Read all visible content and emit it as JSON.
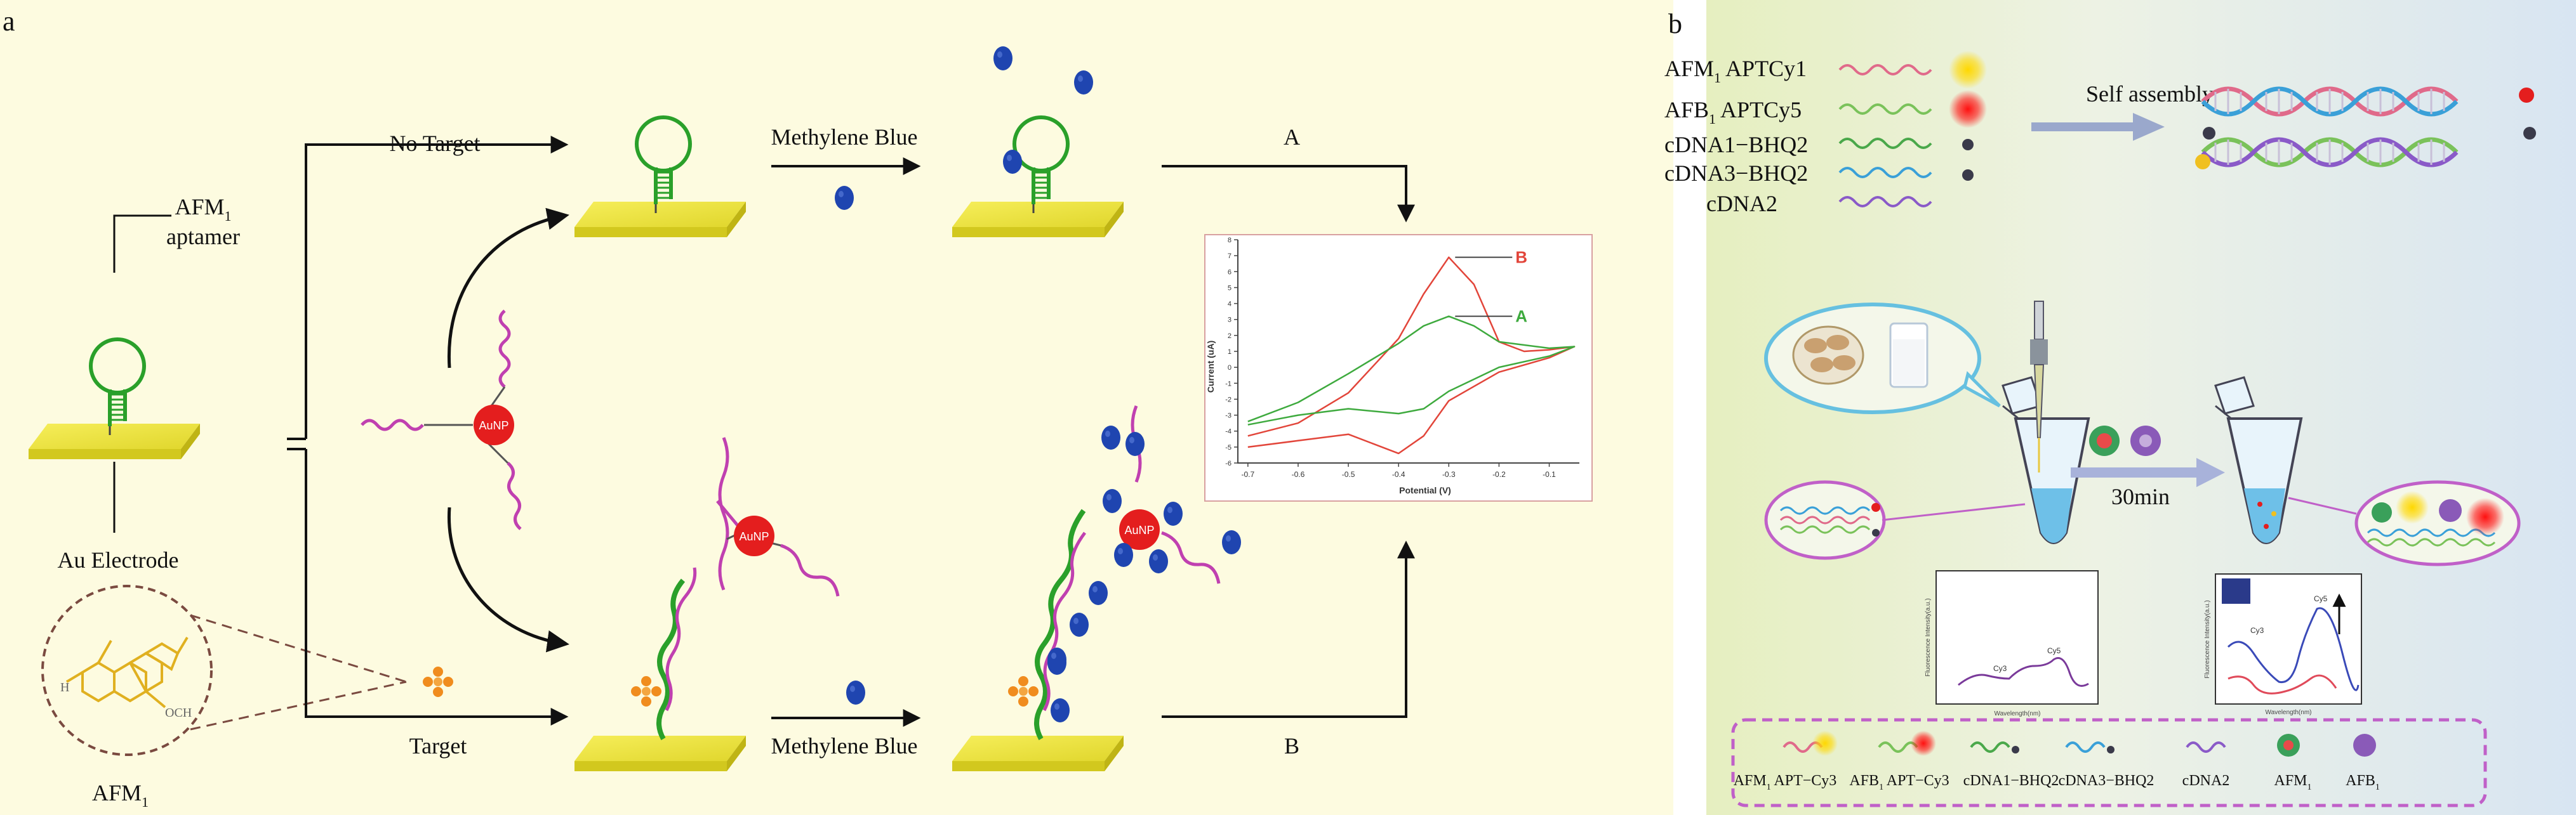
{
  "panel_a": {
    "label": "a",
    "aptamer_label": "AFM",
    "aptamer_sub": "1",
    "aptamer_word": "aptamer",
    "electrode_label": "Au Electrode",
    "afm_label": "AFM",
    "afm_sub": "1",
    "no_target": "No Target",
    "target": "Target",
    "methylene_blue_top": "Methylene Blue",
    "methylene_blue_bottom": "Methylene Blue",
    "route_a": "A",
    "route_b": "B",
    "aunp_label": "AuNP",
    "colors": {
      "background": "#fdfbe0",
      "electrode": "#e8e040",
      "loop": "#2aa02a",
      "ssdna": "#c040b0",
      "aunp": "#e41e1e",
      "mb": "#1f45b0",
      "target": "#f08c1e"
    }
  },
  "chart_data": {
    "type": "line",
    "title": "",
    "xlabel": "Potential (V)",
    "ylabel": "Current (uA)",
    "xlim": [
      -0.72,
      -0.04
    ],
    "ylim": [
      -6,
      8
    ],
    "x_ticks": [
      -0.7,
      -0.6,
      -0.5,
      -0.4,
      -0.3,
      -0.2,
      -0.1
    ],
    "y_ticks": [
      8,
      7,
      6,
      5,
      4,
      3,
      2,
      1,
      0,
      -1,
      -2,
      -3,
      -4,
      -5,
      -6
    ],
    "series": [
      {
        "name": "B",
        "color": "#e2453a",
        "upper": [
          [
            -0.7,
            -4.3
          ],
          [
            -0.6,
            -3.5
          ],
          [
            -0.5,
            -1.6
          ],
          [
            -0.4,
            1.8
          ],
          [
            -0.35,
            4.6
          ],
          [
            -0.3,
            6.9
          ],
          [
            -0.25,
            5.2
          ],
          [
            -0.2,
            1.6
          ],
          [
            -0.15,
            1.0
          ],
          [
            -0.1,
            1.1
          ],
          [
            -0.05,
            1.3
          ]
        ],
        "lower": [
          [
            -0.05,
            1.3
          ],
          [
            -0.1,
            0.6
          ],
          [
            -0.2,
            -0.3
          ],
          [
            -0.3,
            -2.1
          ],
          [
            -0.35,
            -4.3
          ],
          [
            -0.4,
            -5.4
          ],
          [
            -0.45,
            -4.8
          ],
          [
            -0.5,
            -4.2
          ],
          [
            -0.6,
            -4.6
          ],
          [
            -0.7,
            -5.0
          ]
        ]
      },
      {
        "name": "A",
        "color": "#3eaa3e",
        "upper": [
          [
            -0.7,
            -3.4
          ],
          [
            -0.6,
            -2.2
          ],
          [
            -0.5,
            -0.4
          ],
          [
            -0.4,
            1.5
          ],
          [
            -0.35,
            2.6
          ],
          [
            -0.3,
            3.2
          ],
          [
            -0.25,
            2.6
          ],
          [
            -0.2,
            1.6
          ],
          [
            -0.1,
            1.2
          ],
          [
            -0.05,
            1.3
          ]
        ],
        "lower": [
          [
            -0.05,
            1.3
          ],
          [
            -0.1,
            0.7
          ],
          [
            -0.2,
            0.0
          ],
          [
            -0.3,
            -1.5
          ],
          [
            -0.35,
            -2.6
          ],
          [
            -0.4,
            -2.9
          ],
          [
            -0.5,
            -2.6
          ],
          [
            -0.6,
            -3.0
          ],
          [
            -0.7,
            -3.6
          ]
        ]
      }
    ]
  },
  "panel_b": {
    "label": "b",
    "legend_top": [
      {
        "main": "AFM",
        "sub": "1",
        "rest": " APTCy1"
      },
      {
        "main": "AFB",
        "sub": "1",
        "rest": " APTCy5"
      },
      {
        "main": "cDNA1−BHQ2",
        "sub": "",
        "rest": ""
      },
      {
        "main": "cDNA3−BHQ2",
        "sub": "",
        "rest": ""
      },
      {
        "main": "cDNA2",
        "sub": "",
        "rest": ""
      }
    ],
    "self_assembly": "Self assembly",
    "time": "30min",
    "mini_chart_1": {
      "xlabel": "Wavelength(nm)",
      "ylabel": "Fluorescence Intensity(a.u.)",
      "labels": [
        "Cy3",
        "Cy5"
      ]
    },
    "mini_chart_2": {
      "xlabel": "Wavelength(nm)",
      "ylabel": "Fluorescence Intensity(a.u.)",
      "labels": [
        "Cy3",
        "Cy5"
      ]
    },
    "legend_bottom": [
      {
        "main": "AFM",
        "sub": "1",
        "rest": " APT−Cy3"
      },
      {
        "main": "AFB",
        "sub": "1",
        "rest": " APT−Cy3"
      },
      {
        "main": "cDNA1−BHQ2",
        "sub": "",
        "rest": ""
      },
      {
        "main": "cDNA3−BHQ2",
        "sub": "",
        "rest": ""
      },
      {
        "main": "cDNA2",
        "sub": "",
        "rest": ""
      },
      {
        "main": "AFM",
        "sub": "1",
        "rest": ""
      },
      {
        "main": "AFB",
        "sub": "1",
        "rest": ""
      }
    ]
  }
}
